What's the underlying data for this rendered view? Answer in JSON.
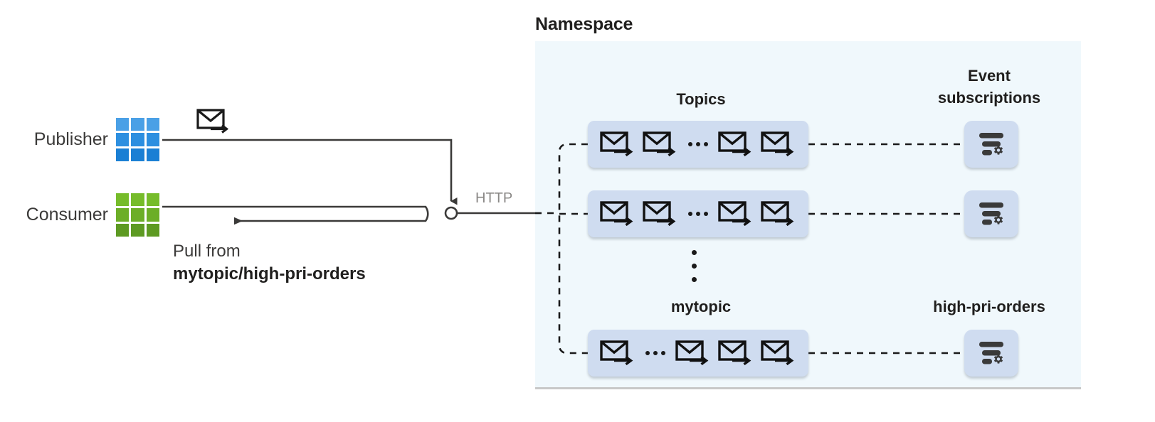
{
  "namespace": {
    "title": "Namespace",
    "panel_color": "#f0f8fc"
  },
  "columns": {
    "topics_heading": "Topics",
    "subscriptions_heading_line1": "Event",
    "subscriptions_heading_line2": "subscriptions",
    "topics_footer": "mytopic",
    "subscriptions_footer": "high-pri-orders"
  },
  "actors": {
    "publisher": {
      "label": "Publisher",
      "icon": "grid-3x3-icon",
      "color": "#2a8cde"
    },
    "consumer": {
      "label": "Consumer",
      "icon": "grid-3x3-icon",
      "color": "#6aab28"
    }
  },
  "annotations": {
    "http": "HTTP",
    "pull_from_line1": "Pull from",
    "pull_from_line2": "mytopic/high-pri-orders",
    "message_icon": "envelope-arrow-icon"
  },
  "topic_rows": [
    {
      "id": "topic-row-1",
      "messages_before": 2,
      "ellipsis": true,
      "messages_after": 2,
      "subscription_icon": "filter-gear-icon"
    },
    {
      "id": "topic-row-2",
      "messages_before": 2,
      "ellipsis": true,
      "messages_after": 2,
      "subscription_icon": "filter-gear-icon"
    },
    {
      "id": "topic-row-3",
      "messages_before": 1,
      "ellipsis": true,
      "messages_after": 3,
      "subscription_icon": "filter-gear-icon"
    }
  ],
  "colors": {
    "topic_box": "#cfdcf0",
    "panel": "#f0f8fc",
    "connector": "#3b3a39",
    "http_text": "#8a8886",
    "icon_dark": "#3a3a3a"
  }
}
